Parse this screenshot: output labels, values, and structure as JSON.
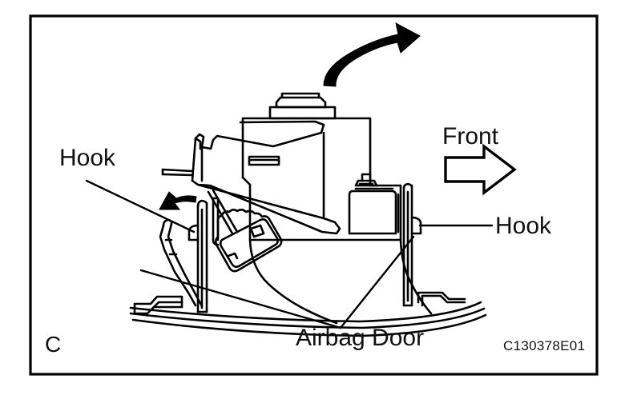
{
  "figure": {
    "section_marker": "C",
    "drawing_code": "C130378E01",
    "frame": {
      "color": "#000000"
    },
    "background": "#ffffff",
    "line_color": "#000000"
  },
  "labels": {
    "hook_left": "Hook",
    "hook_right": "Hook",
    "front": "Front",
    "airbag_door": "Airbag Door"
  },
  "icons": {
    "front_arrow": "arrow-right-outline-icon",
    "rotate_arrow": "curved-arrow-up-right-icon",
    "pry_arrow": "arrow-left-small-icon"
  },
  "annotations": {
    "leader_hook_left": "leader-line-hook-left",
    "leader_hook_right": "leader-line-hook-right",
    "leader_airbag_door_a": "leader-line-airbag-door-upper",
    "leader_airbag_door_b": "leader-line-airbag-door-lower"
  }
}
